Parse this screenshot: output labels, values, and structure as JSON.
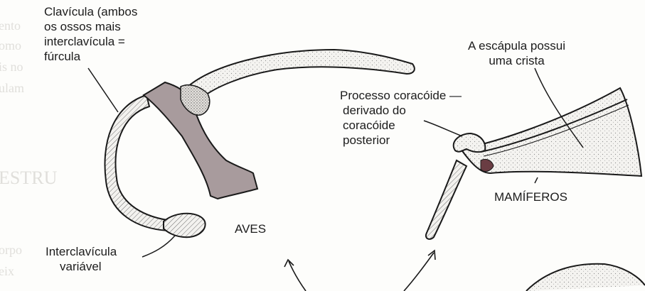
{
  "labels": {
    "clavicula": [
      "Clavícula (ambos",
      "os ossos mais",
      "interclavícula =",
      "fúrcula"
    ],
    "escapula": [
      "A escápula possui",
      "uma crista"
    ],
    "processo": [
      "Processo coracóide —",
      "derivado do",
      "coracóide",
      "posterior"
    ],
    "mamiferos": "MAMÍFEROS",
    "aves": "AVES",
    "interclavicula": [
      "Interclavícula",
      "variável"
    ]
  },
  "colors": {
    "bird_bone_fill": "#a89b9d",
    "bone_fill": "#f2f1ee",
    "line": "#1a1a1a",
    "bleed_text": "#c9c7c2"
  }
}
